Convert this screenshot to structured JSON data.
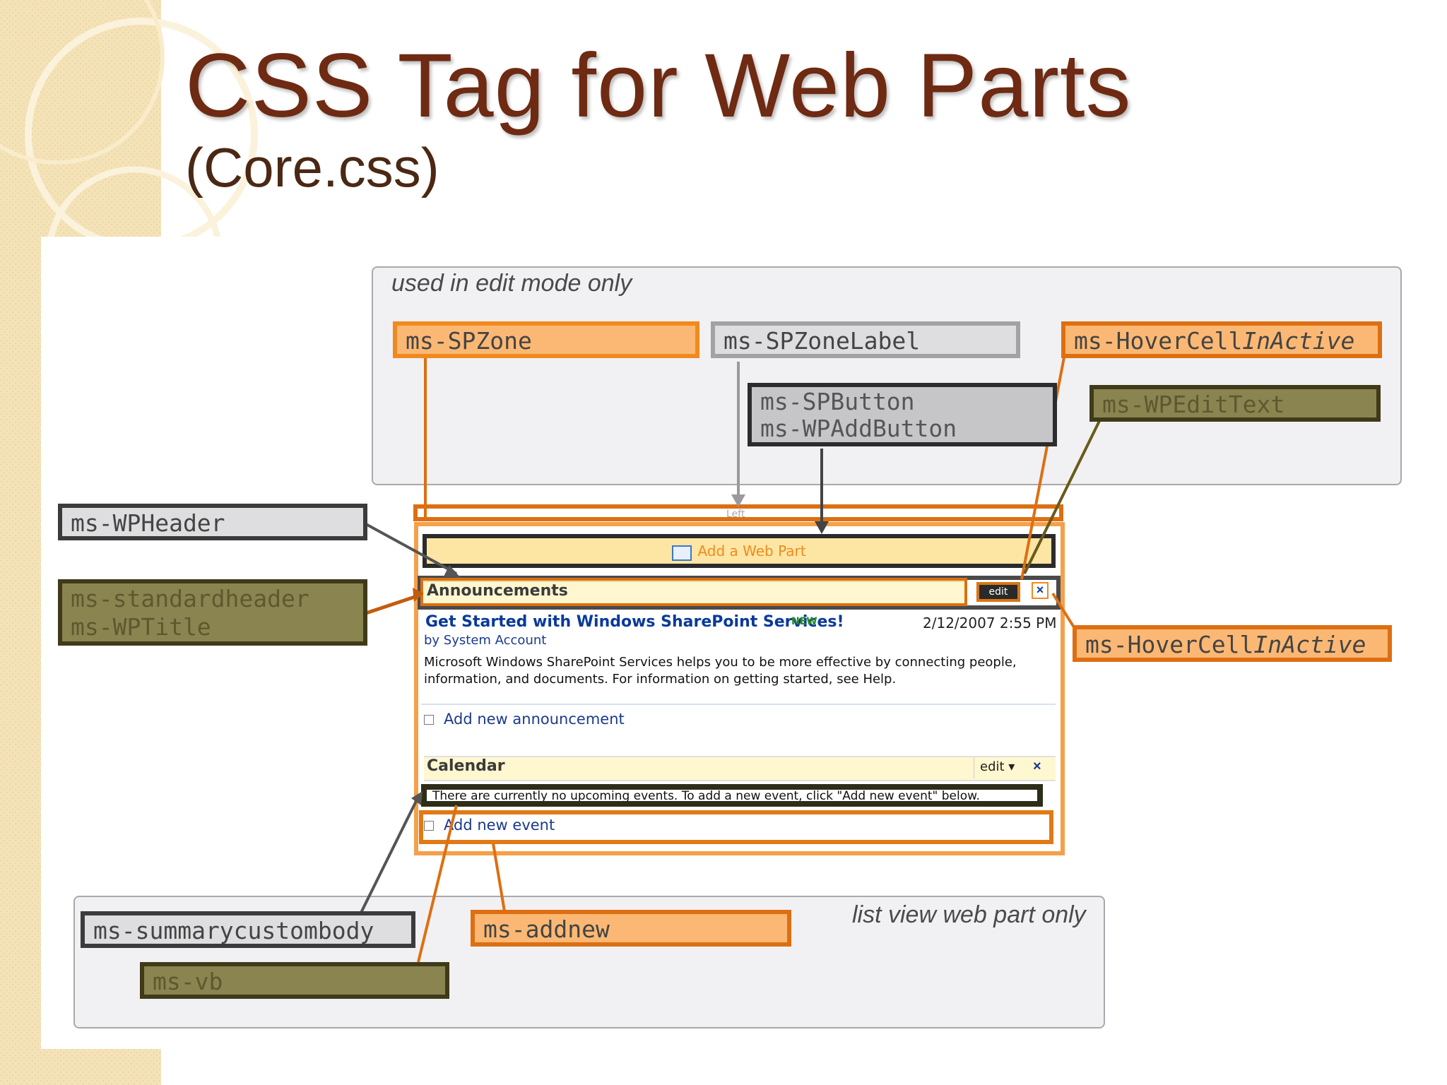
{
  "slide": {
    "title": "CSS Tag for Web Parts",
    "subtitle": "(Core.css)"
  },
  "groups": {
    "edit_mode_label": "used in edit mode only",
    "list_view_label": "list view web part only"
  },
  "tags": {
    "spzone": "ms-SPZone",
    "spzone_label": "ms-SPZoneLabel",
    "hovercell_top_prefix": "ms-HoverCell",
    "hovercell_top_italic": "InActive",
    "spbutton_line1": "ms-SPButton",
    "spbutton_line2": "ms-WPAddButton",
    "wpedittext": "ms-WPEditText",
    "wpheader": "ms-WPHeader",
    "standardheader_line1": "ms-standardheader",
    "standardheader_line2": "ms-WPTitle",
    "hovercell_right_prefix": "ms-HoverCell",
    "hovercell_right_italic": "InActive",
    "summarycustombody": "ms-summarycustombody",
    "vb": "ms-vb",
    "addnew": "ms-addnew"
  },
  "screenshot": {
    "zone_label": "Left",
    "add_web_part": "Add a Web Part",
    "announcements_title": "Announcements",
    "edit_button": "edit",
    "close_glyph": "×",
    "item_title": "Get Started with Windows SharePoint Services!",
    "item_new_badge": "NEW",
    "item_date": "2/12/2007 2:55 PM",
    "item_author": "by System Account",
    "item_body": "Microsoft Windows SharePoint Services helps you to be more effective by connecting people, information, and documents. For information on getting started, see Help.",
    "add_announcement": "Add new announcement",
    "calendar_title": "Calendar",
    "calendar_edit": "edit ▾",
    "calendar_empty": "There are currently no upcoming events. To add a new event, click \"Add new event\" below.",
    "add_event": "Add new event"
  },
  "colors": {
    "title": "#6e2a12",
    "orange": "#f08a1e",
    "olive": "#8a8450",
    "link_blue": "#1a3a8e"
  }
}
